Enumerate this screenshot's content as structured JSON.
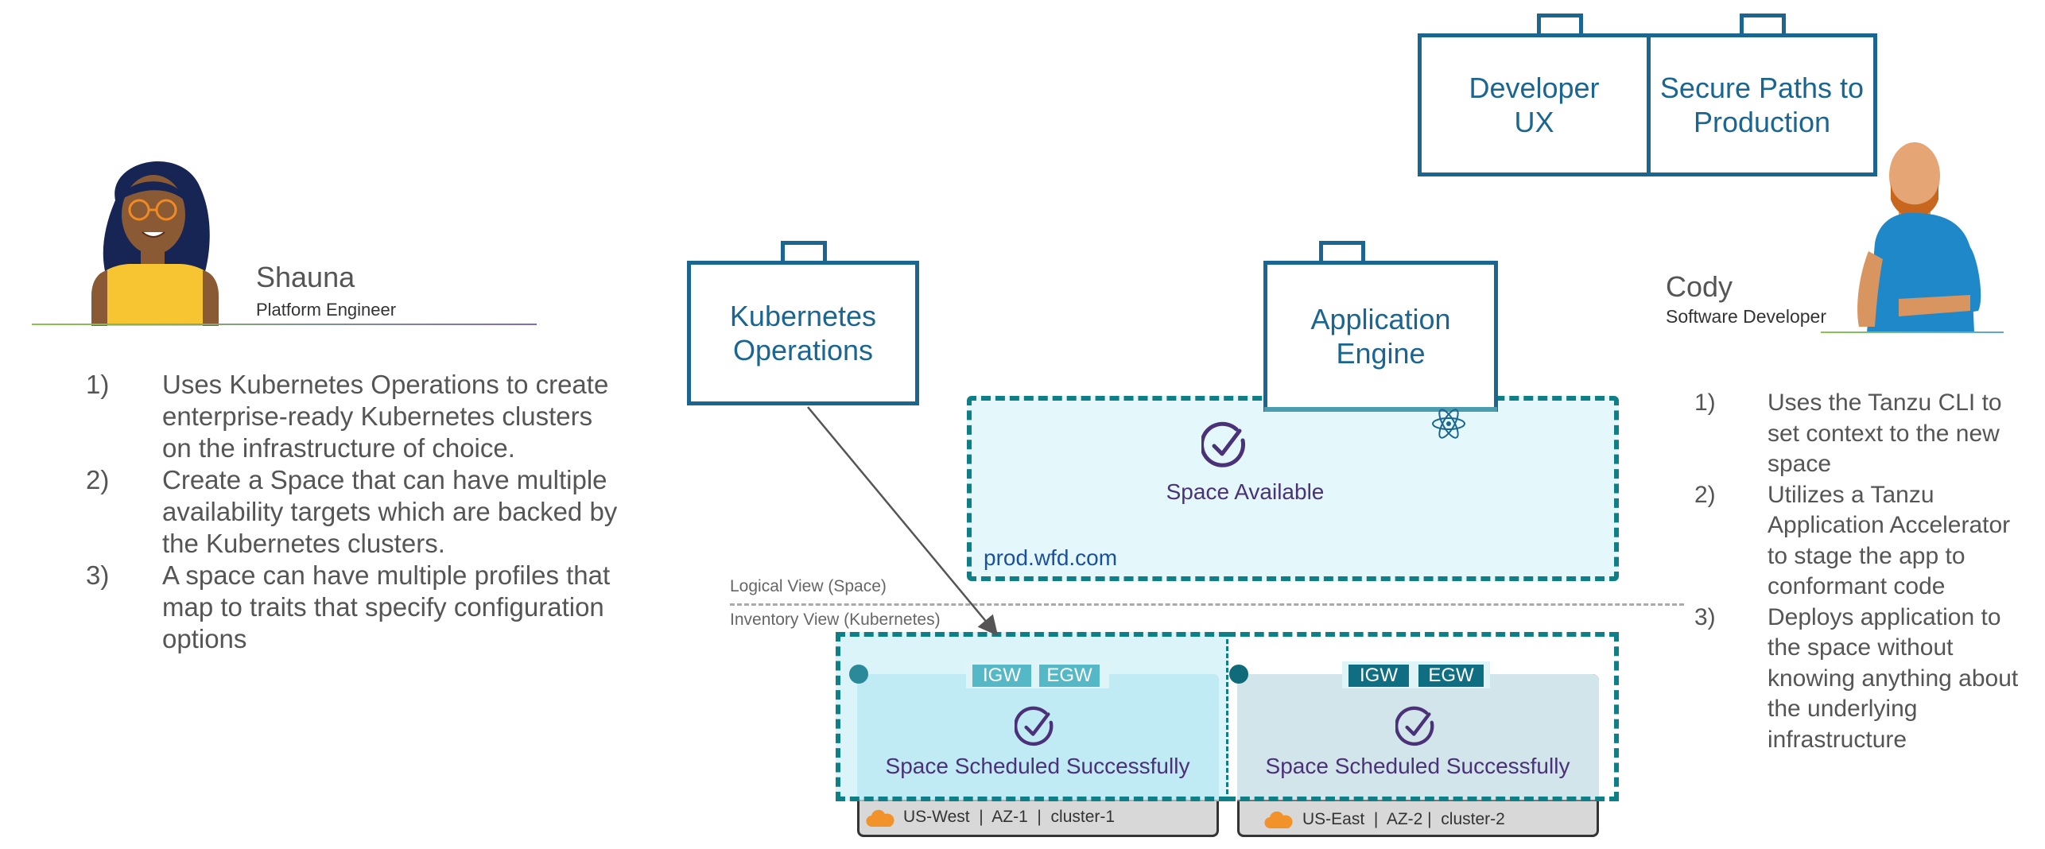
{
  "products": {
    "developer_ux": "Developer\nUX",
    "secure_paths": "Secure Paths to\nProduction",
    "kubernetes_operations": "Kubernetes\nOperations",
    "application_engine": "Application\nEngine"
  },
  "personas": {
    "shauna": {
      "name": "Shauna",
      "role": "Platform Engineer",
      "steps": [
        {
          "num": "1)",
          "text": "Uses Kubernetes Operations to create enterprise-ready Kubernetes clusters on the infrastructure of choice."
        },
        {
          "num": "2)",
          "text": "Create a Space that can have multiple availability targets which are backed by the Kubernetes clusters."
        },
        {
          "num": "3)",
          "text": "A space can have multiple profiles that map to traits that specify configuration options"
        }
      ]
    },
    "cody": {
      "name": "Cody",
      "role": "Software Developer",
      "steps": [
        {
          "num": "1)",
          "text": "Uses the Tanzu CLI to set context to the new space"
        },
        {
          "num": "2)",
          "text": "Utilizes a Tanzu Application Accelerator to stage the app to conformant code"
        },
        {
          "num": "3)",
          "text": "Deploys application to the space without knowing anything about the underlying infrastructure"
        }
      ]
    }
  },
  "diagram": {
    "space_status": "Space Available",
    "space_domain": "prod.wfd.com",
    "logical_view_label": "Logical View (Space)",
    "inventory_view_label": "Inventory View (Kubernetes)",
    "clusters": [
      {
        "igw": "IGW",
        "egw": "EGW",
        "status": "Space Scheduled Successfully",
        "location": "US-West  |  AZ-1  |  cluster-1"
      },
      {
        "igw": "IGW",
        "egw": "EGW",
        "status": "Space Scheduled Successfully",
        "location": "US-East  |  AZ-2 |  cluster-2"
      }
    ]
  },
  "colors": {
    "brand_blue": "#1a6690",
    "teal": "#0e7f86",
    "space_fill": "#e4f8fb",
    "status_purple": "#4a3178"
  },
  "icons": [
    "check-circle-icon",
    "atom-icon",
    "cloud-icon",
    "persona-illustration"
  ]
}
